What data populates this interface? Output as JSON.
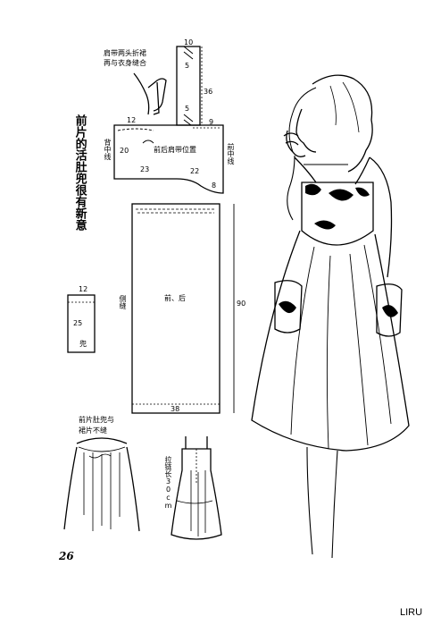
{
  "page": {
    "title": "前片的活肚兜很有新意",
    "number": "26",
    "watermark": "LIRU"
  },
  "strap_note": [
    "肩带两头折裙",
    "再与衣身缝合"
  ],
  "bodice": {
    "m12": "12",
    "m9": "9",
    "m20": "20",
    "m23": "23",
    "m22": "22",
    "m8": "8",
    "back_center": "背中线",
    "front_center": "前中线",
    "strap_position": "前后肩带位置"
  },
  "strap": {
    "m10": "10",
    "m5a": "5",
    "m36": "36",
    "m5b": "5"
  },
  "skirt": {
    "side_seam": "侧缝",
    "front_back": "前、后",
    "m90": "90",
    "m38": "38"
  },
  "pocket": {
    "m12": "12",
    "m25": "25",
    "label": "兜"
  },
  "notes": {
    "bib_skirt": [
      "前片肚兜与",
      "裙片不缝"
    ],
    "zipper": "拉链长30cm"
  }
}
